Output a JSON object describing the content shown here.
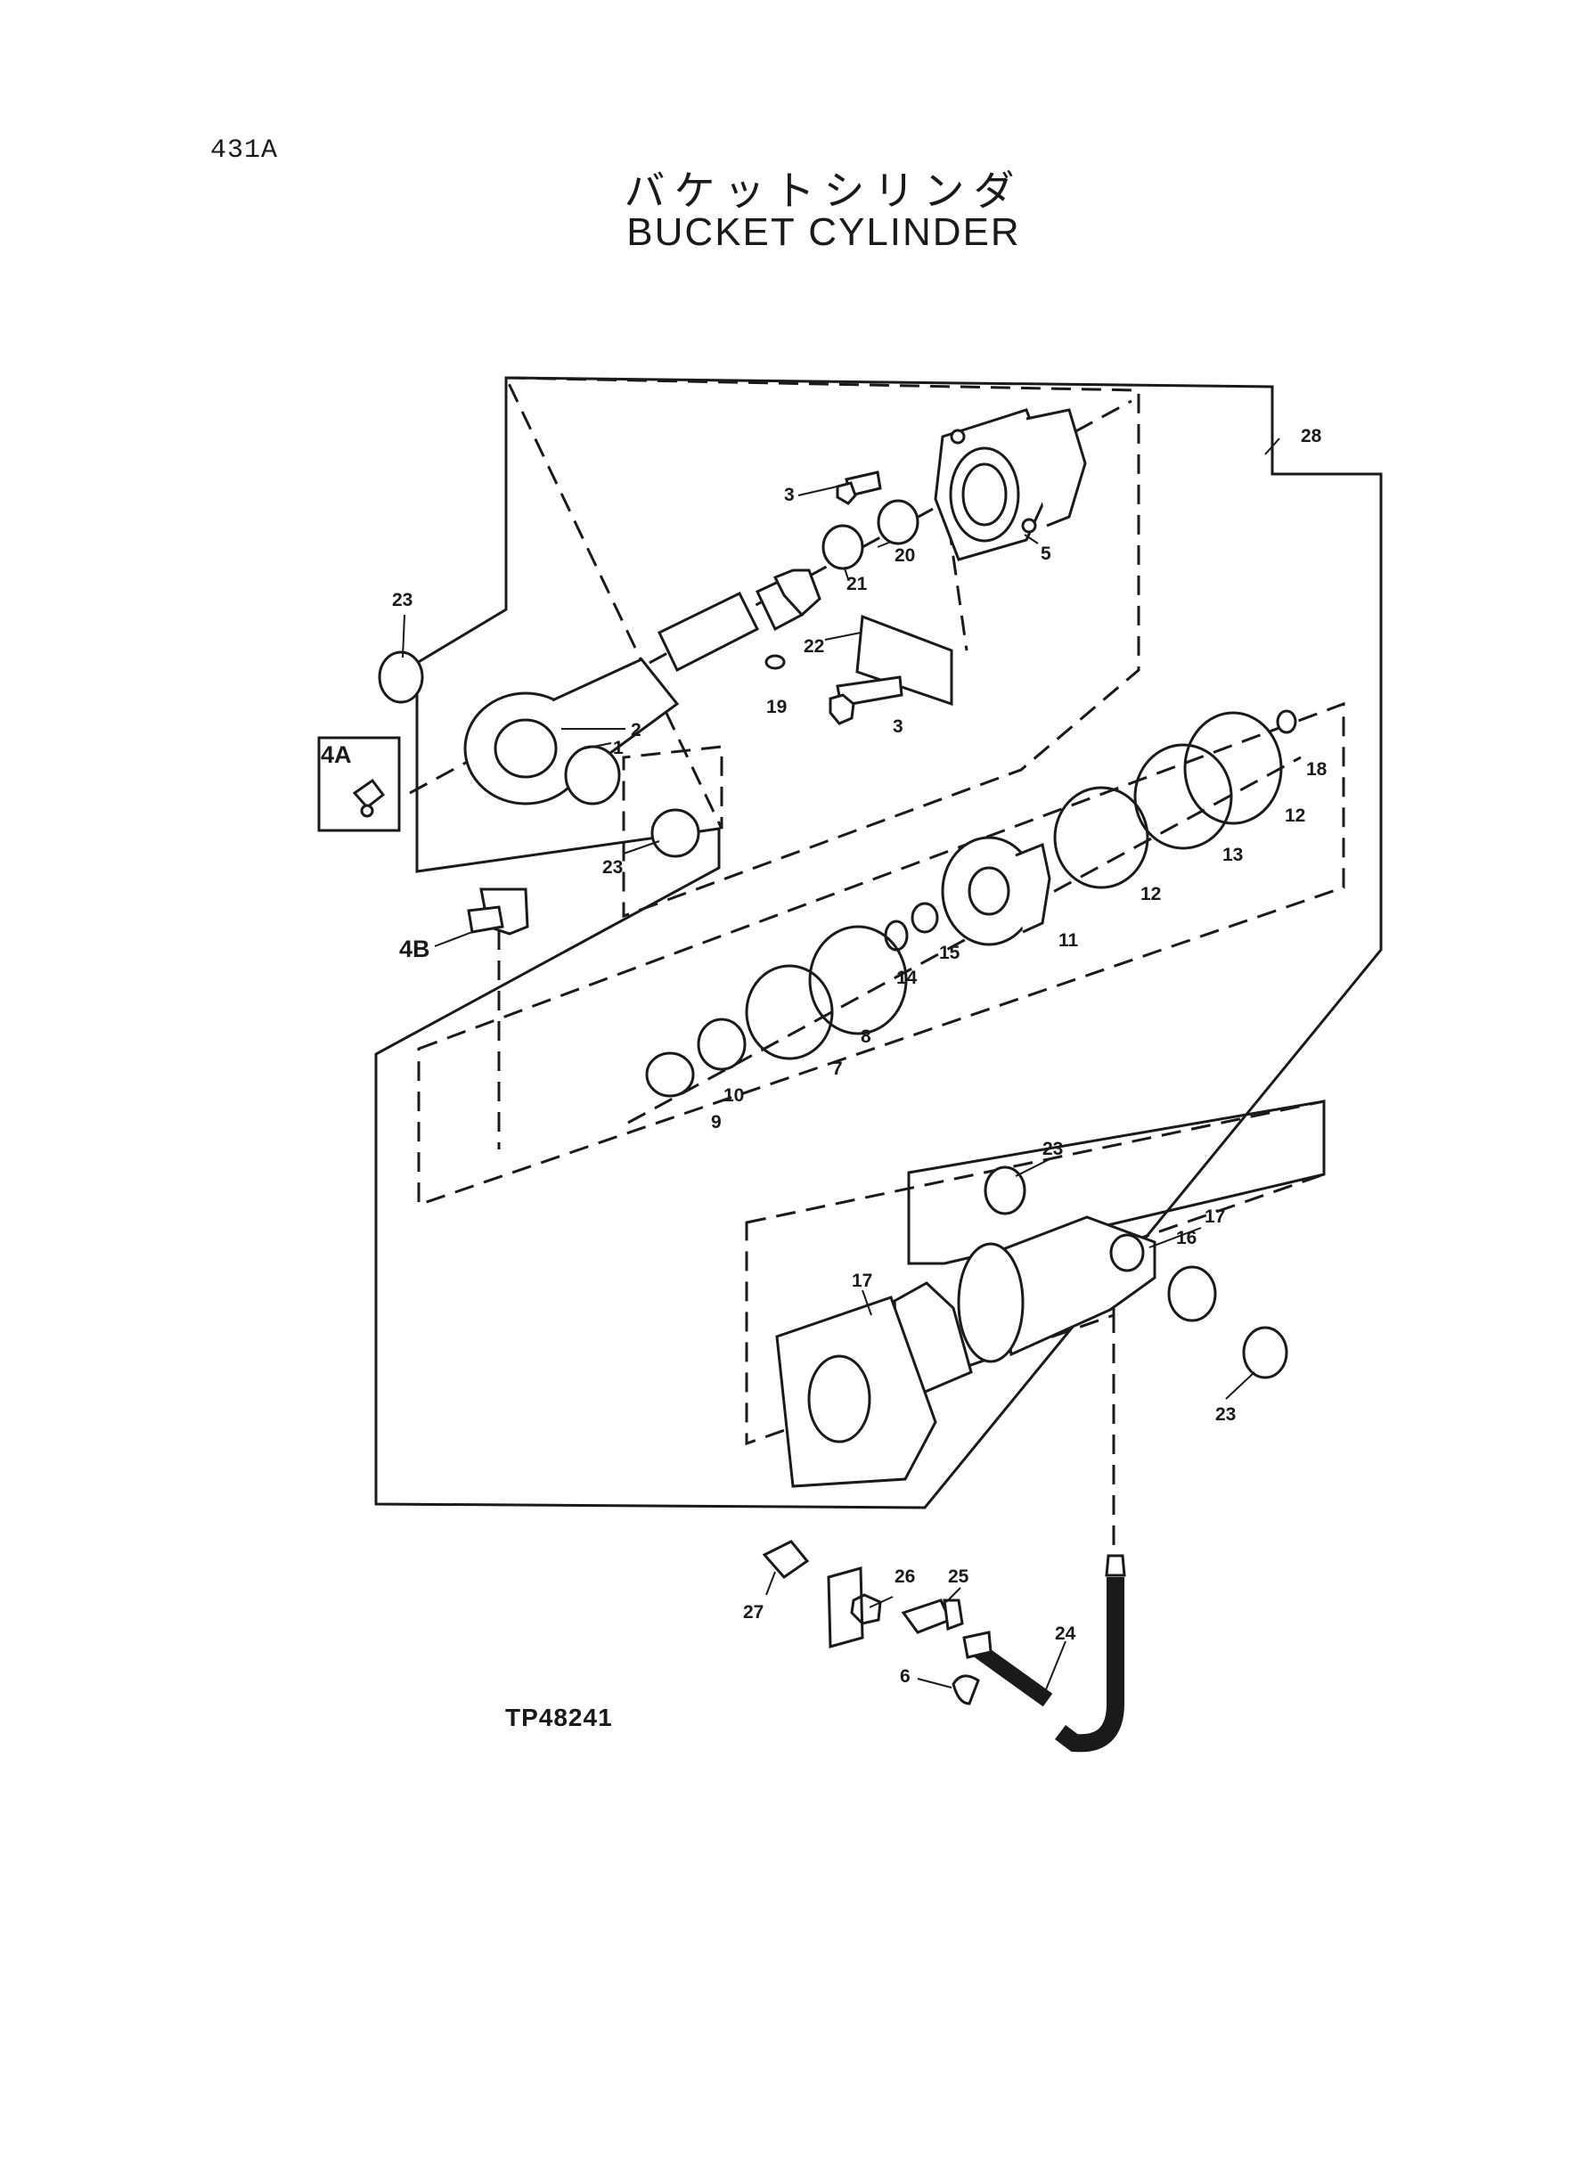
{
  "page": {
    "code": "431A",
    "title_jp": "バケットシリンダ",
    "title_en": "BUCKET CYLINDER",
    "drawing_number": "TP48241"
  },
  "callouts": {
    "c1": "1",
    "c2": "2",
    "c3a": "3",
    "c3b": "3",
    "c4a": "4A",
    "c4b": "4B",
    "c5": "5",
    "c6": "6",
    "c7": "7",
    "c8": "8",
    "c9": "9",
    "c10": "10",
    "c11": "11",
    "c12a": "12",
    "c12b": "12",
    "c13": "13",
    "c14": "14",
    "c15": "15",
    "c16": "16",
    "c17a": "17",
    "c17b": "17",
    "c18": "18",
    "c19": "19",
    "c20": "20",
    "c21": "21",
    "c22": "22",
    "c23a": "23",
    "c23b": "23",
    "c23c": "23",
    "c23d": "23",
    "c24": "24",
    "c25": "25",
    "c26": "26",
    "c27": "27",
    "c28": "28"
  }
}
